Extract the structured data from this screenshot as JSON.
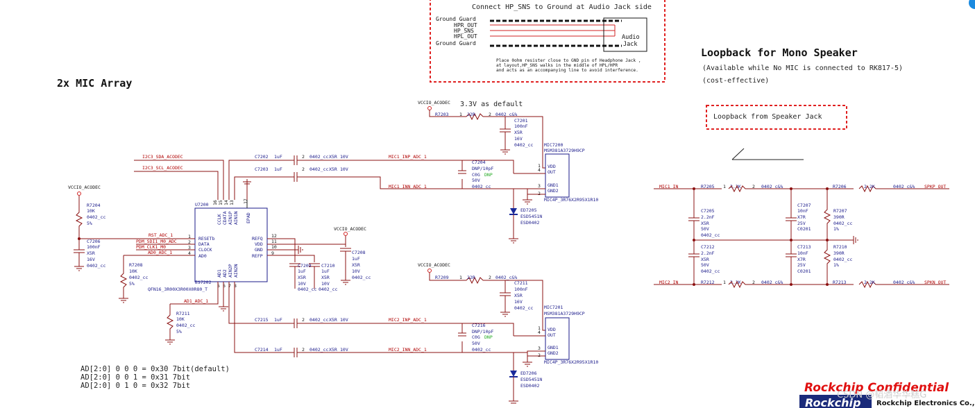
{
  "titles": {
    "mic_array": "2x MIC Array",
    "loopback": "Loopback for Mono Speaker",
    "loopback_note1": "(Available while No MIC is connected to RK817-5)",
    "loopback_note2": "(cost-effective)",
    "loopback_box": "Loopback from Speaker Jack",
    "default_voltage": "3.3V as default"
  },
  "jack_box": {
    "heading": "Connect HP_SNS to Ground at Audio Jack side",
    "pins": [
      "Ground Guard",
      "HPR_OUT",
      "HP_SNS",
      "HPL_OUT",
      "Ground Guard"
    ],
    "jack_label_1": "Audio",
    "jack_label_2": "Jack",
    "note_1": "Place 0ohm resister close to GND pin of Headphone Jack ,",
    "note_2": "at layout,HP_SNS walks in the middle of HPL/HPR",
    "note_3": "and acts as an accompanying line to avoid interference."
  },
  "address_table": [
    "AD[2:0]  0 0 0 = 0x30 7bit(default)",
    "AD[2:0]  0 0 1 = 0x31 7bit",
    "AD[2:0]  0 1 0 = 0x32 7bit"
  ],
  "nets": {
    "vccio": "VCCIO_ACODEC",
    "i2c_sda": "I2C3_SDA_ACODEC",
    "i2c_scl": "I2C3_SCL_ACODEC",
    "rst": "RST_ADC_1",
    "pdm_data": "PDM_SDI1_M0_ADC",
    "pdm_clk": "PDM_CLK1_M0",
    "addo": "AD0_ADC_1",
    "ad1": "AD1_ADC_1",
    "mic1_inp": "MIC1_INP_ADC_1",
    "mic1_inn": "MIC1_INN_ADC_1",
    "mic2_inp": "MIC2_INP_ADC_1",
    "mic2_inn": "MIC2_INN_ADC_1",
    "mic1_in": "MIC1_IN",
    "mic2_in": "MIC2_IN",
    "spkp": "SPKP_OUT",
    "spkn": "SPKN_OUT"
  },
  "u7200": {
    "ref": "U7200",
    "part": "ES7202",
    "package": "QFN16_3R00X3R00X0R80_T",
    "left_pins": [
      "RESETb",
      "DATA",
      "CLOCK",
      "AD0"
    ],
    "left_nums": [
      "1",
      "2",
      "3",
      "4"
    ],
    "right_pins": [
      "REFQ",
      "VDD",
      "GND",
      "REFP"
    ],
    "right_nums": [
      "12",
      "11",
      "10",
      "9"
    ],
    "top_pins": [
      "CCLK",
      "CDATA",
      "AIN1P",
      "AIN1N",
      "EPAD"
    ],
    "top_nums": [
      "16",
      "15",
      "14",
      "13",
      "17"
    ],
    "bottom_pins": [
      "AD1",
      "AD2",
      "AIN2P",
      "AIN2N"
    ],
    "bottom_nums": [
      "5",
      "6",
      "7",
      "8"
    ]
  },
  "mics": [
    {
      "ref": "MIC7200",
      "part": "MSM381A3729H9CP",
      "pkg": "MIC4P_3R76X2R95X1R10",
      "pins": [
        "VDD",
        "OUT",
        "GND1",
        "GND2"
      ],
      "nums": [
        "1",
        "4",
        "3",
        "2"
      ]
    },
    {
      "ref": "MIC7201",
      "part": "MSM381A3729H9CP",
      "pkg": "MIC4P_3R76X2R95X1R10",
      "pins": [
        "VDD",
        "OUT",
        "GND1",
        "GND2"
      ],
      "nums": [
        "1",
        "4",
        "3",
        "2"
      ]
    }
  ],
  "components": {
    "r7203": [
      "R7203",
      "22R",
      "0402_c&%"
    ],
    "r7209": [
      "R7209",
      "22R",
      "0402_c&%"
    ],
    "c7201": [
      "C7201",
      "100nF",
      "X5R",
      "16V",
      "0402_cc"
    ],
    "c7211": [
      "C7211",
      "100nF",
      "X5R",
      "16V",
      "0402_cc"
    ],
    "c7202": [
      "C7202",
      "1uF",
      "0402_cc",
      "X5R",
      "10V"
    ],
    "c7203": [
      "C7203",
      "1uF",
      "0402_cc",
      "X5R",
      "10V"
    ],
    "c7215": [
      "C7215",
      "1uF",
      "0402_cc",
      "X5R",
      "10V"
    ],
    "c7214": [
      "C7214",
      "1uF",
      "0402_cc",
      "X5R",
      "10V"
    ],
    "c7204": [
      "C7204",
      "DNP/10pF",
      "C0G",
      "DNP",
      "50V",
      "0402_cc"
    ],
    "c7216": [
      "C7216",
      "DNP/10pF",
      "C0G",
      "DNP",
      "50V",
      "0402_cc"
    ],
    "ed7205": [
      "ED7205",
      "ESD5451N",
      "ESD0402"
    ],
    "ed7206": [
      "ED7206",
      "ESD5451N",
      "ESD0402"
    ],
    "r7204": [
      "R7204",
      "10K",
      "0402_cc",
      "5%"
    ],
    "c7206": [
      "C7206",
      "100nF",
      "X5R",
      "16V",
      "0402_cc"
    ],
    "r7208": [
      "R7208",
      "10K",
      "0402_cc",
      "5%"
    ],
    "r7211": [
      "R7211",
      "10K",
      "0402_cc",
      "5%"
    ],
    "c7209": [
      "C7209",
      "1uF",
      "X5R",
      "10V",
      "0402_cc"
    ],
    "c7210": [
      "C7210",
      "1uF",
      "X5R",
      "10V",
      "0402_cc"
    ],
    "c7208": [
      "C7208",
      "1uF",
      "X5R",
      "10V",
      "0402_cc"
    ],
    "r7205": [
      "R7205",
      "3.3K",
      "0402_c&%"
    ],
    "r7212": [
      "R7212",
      "3.3K",
      "0402_c&%"
    ],
    "r7206": [
      "R7206",
      "2.2K",
      "0402_c&%"
    ],
    "r7213": [
      "R7213",
      "2.2K",
      "0402_c&%"
    ],
    "c7205": [
      "C7205",
      "2.2nF",
      "X5R",
      "50V",
      "0402_cc"
    ],
    "c7212": [
      "C7212",
      "2.2nF",
      "X5R",
      "50V",
      "0402_cc"
    ],
    "c7207": [
      "C7207",
      "10nF",
      "X7R",
      "25V",
      "C0201"
    ],
    "c7213": [
      "C7213",
      "10nF",
      "X7R",
      "25V",
      "C0201"
    ],
    "r7207": [
      "R7207",
      "390R",
      "0402_cc",
      "1%"
    ],
    "r7210": [
      "R7210",
      "390R",
      "0402_cc",
      "1%"
    ]
  },
  "footer": {
    "confidential": "Rockchip Confidential",
    "logo": "Rockchip",
    "company": "Rockchip Electronics Co., Ltd",
    "watermark": "CSDN @韬酒华华糕G"
  },
  "colors": {
    "wire": "#8b1010",
    "net_label": "#b00000",
    "part": "#1a1a8a",
    "highlight": "#e02020"
  }
}
